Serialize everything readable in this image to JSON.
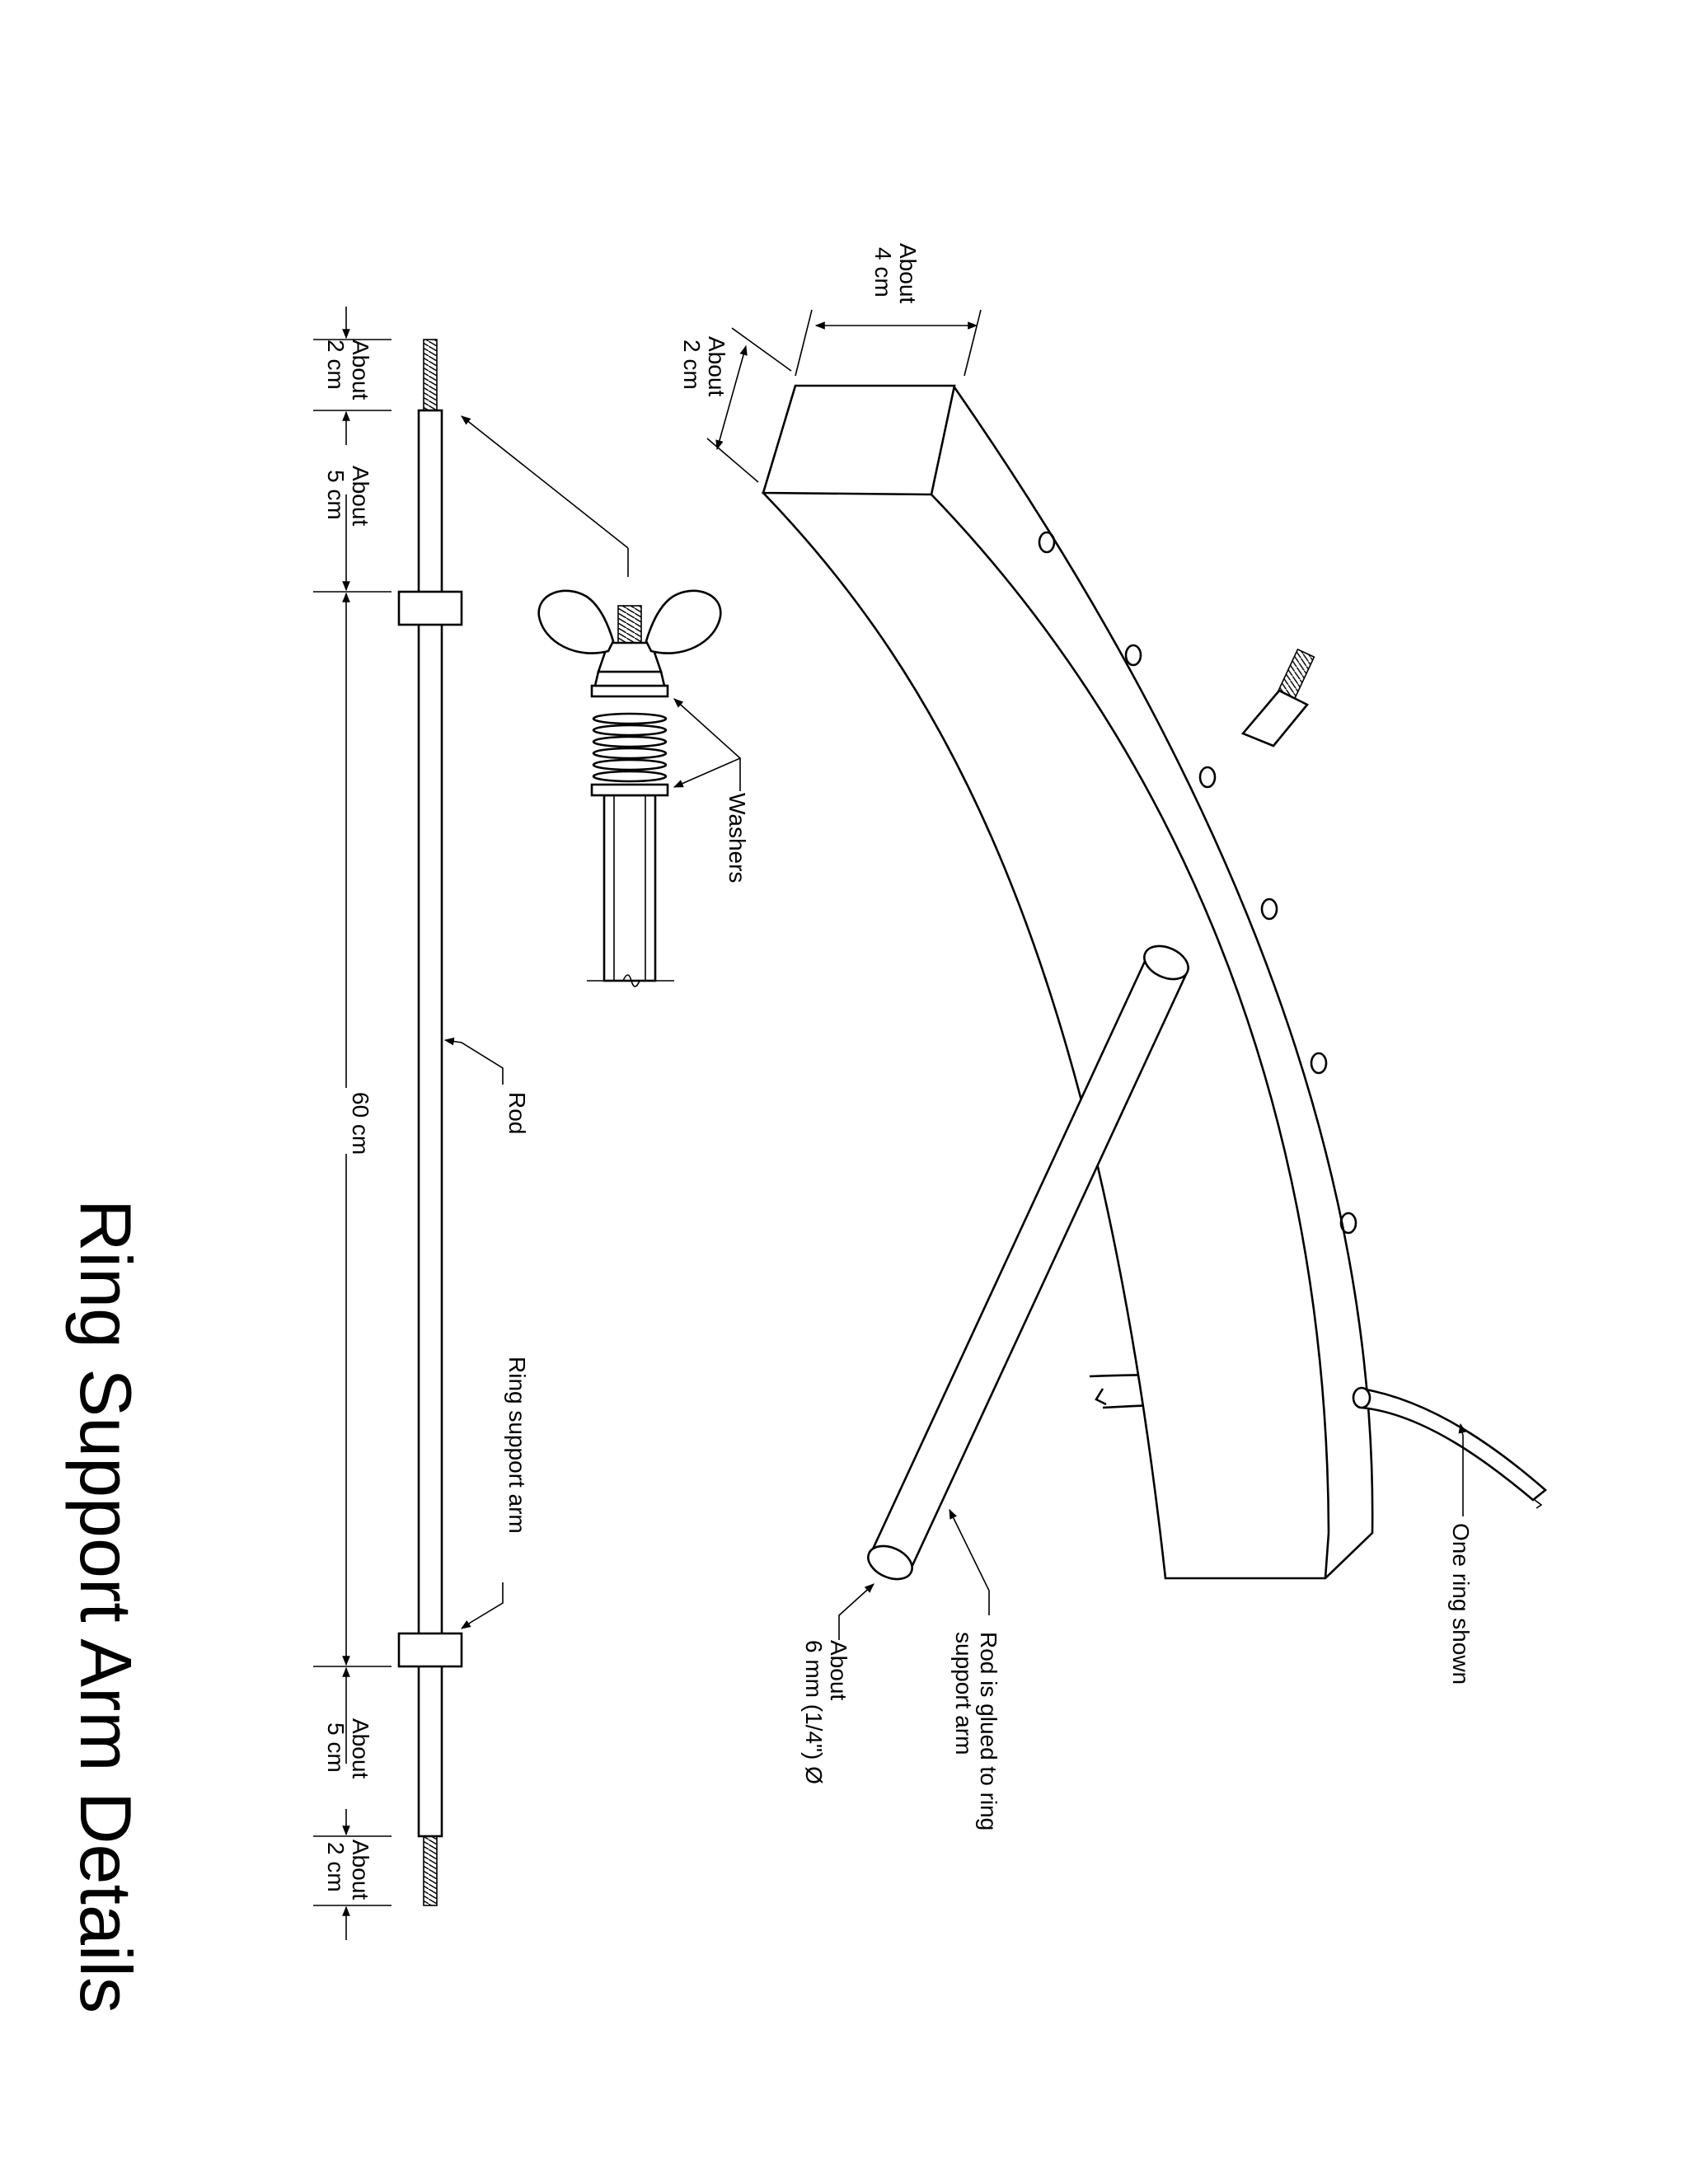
{
  "title": "Ring Support Arm Details",
  "rod_dimensions": {
    "thread_top": [
      "About",
      "2 cm"
    ],
    "end_top": [
      "About",
      "5 cm"
    ],
    "middle": "60 cm",
    "end_bottom": [
      "About",
      "5 cm"
    ],
    "thread_bottom": [
      "About",
      "2 cm"
    ]
  },
  "callouts": {
    "rod": "Rod",
    "ring_support_arm": "Ring support arm",
    "washers": "Washers"
  },
  "arm_dimensions": {
    "width": [
      "About",
      "4 cm"
    ],
    "depth": [
      "About",
      "2 cm"
    ]
  },
  "arm_callouts": {
    "one_ring": "One ring shown",
    "glued": [
      "Rod is glued to ring",
      "support arm"
    ],
    "diameter": [
      "About",
      "6 mm (1/4\") Ø"
    ]
  },
  "colors": {
    "ink": "#000000",
    "paper": "#ffffff"
  }
}
